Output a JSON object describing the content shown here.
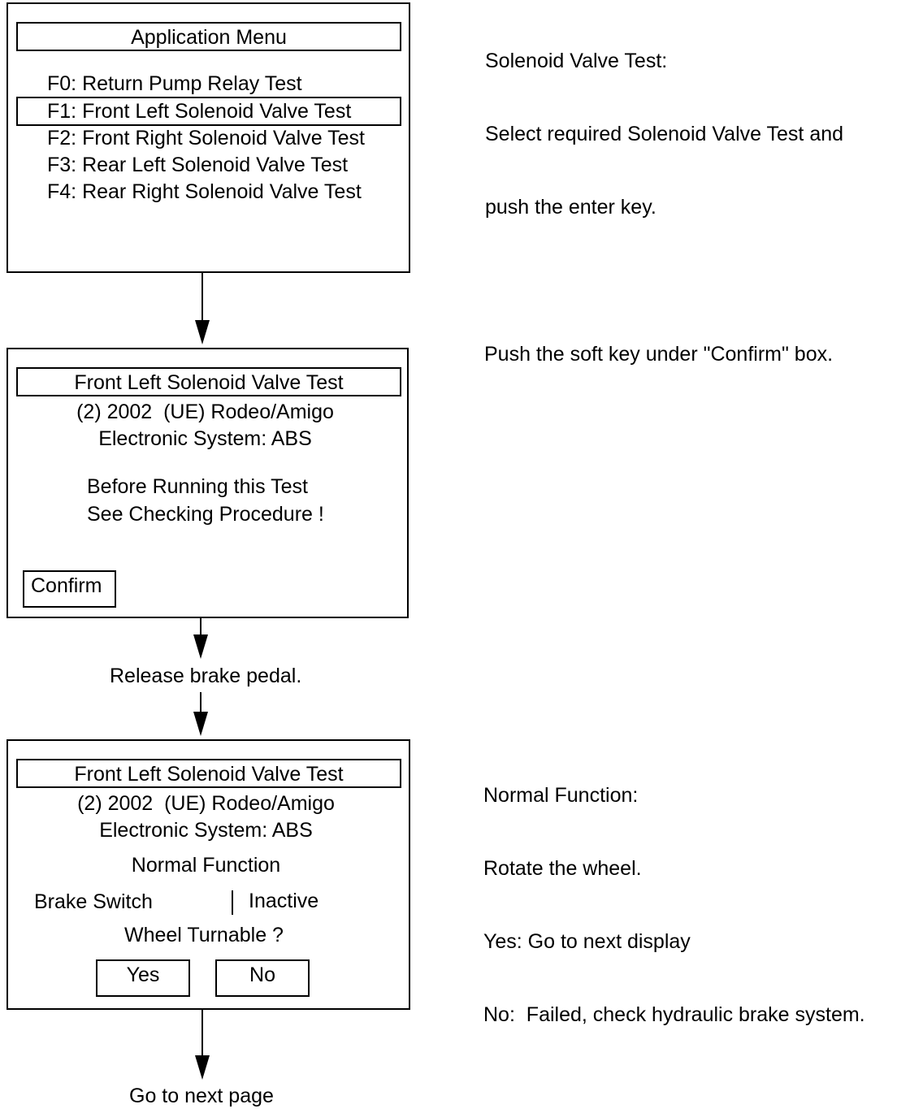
{
  "screen1": {
    "title": "Application Menu",
    "items": [
      "F0: Return Pump Relay Test",
      "F1: Front Left Solenoid Valve Test",
      "F2: Front Right Solenoid Valve Test",
      "F3: Rear Left Solenoid Valve Test",
      "F4: Rear Right Solenoid Valve Test"
    ],
    "selected_index": 1
  },
  "note1": [
    "Solenoid Valve Test:",
    "Select required Solenoid Valve Test and",
    "push the enter key."
  ],
  "screen2": {
    "title": "Front Left Solenoid Valve Test",
    "vehicle": "(2) 2002  (UE) Rodeo/Amigo",
    "system": "Electronic System: ABS",
    "warning_line1": "Before Running this Test",
    "warning_line2": "See Checking Procedure !",
    "confirm_label": "Confirm"
  },
  "note2": "Push the soft key under \"Confirm\" box.",
  "step_release": "Release brake pedal.",
  "screen3": {
    "title": "Front Left Solenoid Valve Test",
    "vehicle": "(2) 2002  (UE) Rodeo/Amigo",
    "system": "Electronic System: ABS",
    "mode": "Normal Function",
    "param_label": "Brake Switch",
    "param_value": "Inactive",
    "question": "Wheel Turnable ?",
    "yes_label": "Yes",
    "no_label": "No"
  },
  "note3": [
    "Normal Function:",
    "Rotate the wheel.",
    "Yes: Go to next display",
    "No:  Failed, check hydraulic brake system."
  ],
  "footer": "Go to next page"
}
